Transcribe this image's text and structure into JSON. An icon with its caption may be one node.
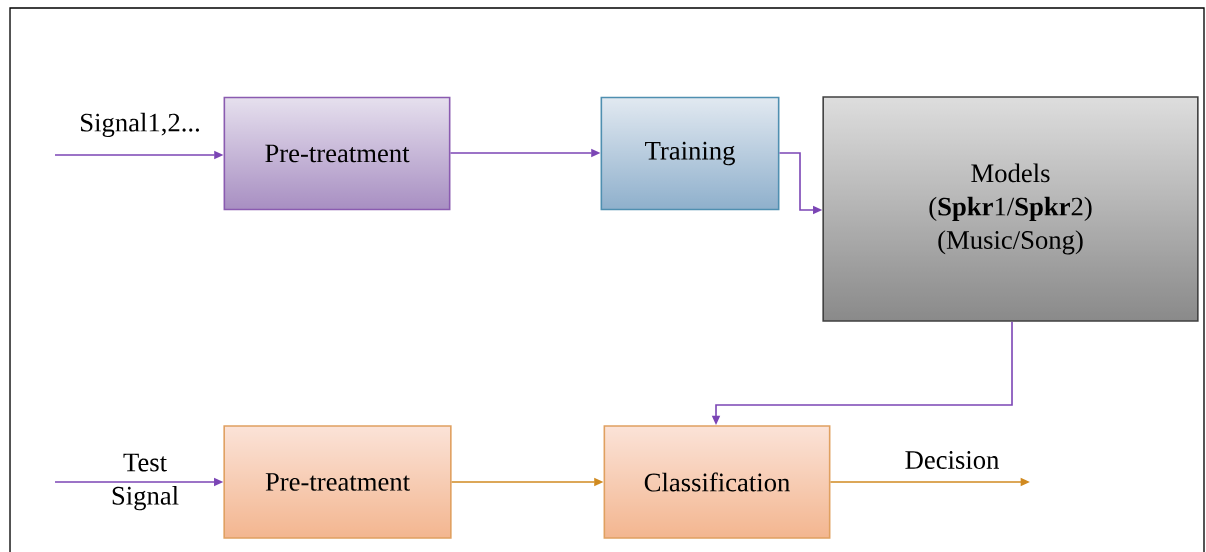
{
  "diagram": {
    "nodes": [
      {
        "text": [
          "Pre-treatment"
        ]
      },
      {
        "text": [
          "Training"
        ]
      },
      {
        "text": [
          "Models (**Spkr**1/**Spkr**2) (Music/Song)"
        ]
      },
      {
        "text": [
          "Pre-treatment"
        ]
      },
      {
        "text": [
          "Classification"
        ]
      }
    ],
    "edges": [
      {
        "from": null,
        "to": 0,
        "arrow": "to",
        "label": "Signal1,2..."
      },
      {
        "from": 0,
        "to": 1,
        "arrow": "to"
      },
      {
        "from": 1,
        "to": 2,
        "arrow": "to"
      },
      {
        "from": 2,
        "to": 4,
        "arrow": "to"
      },
      {
        "from": null,
        "to": 3,
        "arrow": "to",
        "label": "Test Signal"
      },
      {
        "from": 3,
        "to": 4,
        "arrow": "to",
        "color": "#d08a20"
      },
      {
        "from": 4,
        "to": null,
        "arrow": "to",
        "label": "Decision",
        "color": "#d08a20"
      }
    ]
  }
}
